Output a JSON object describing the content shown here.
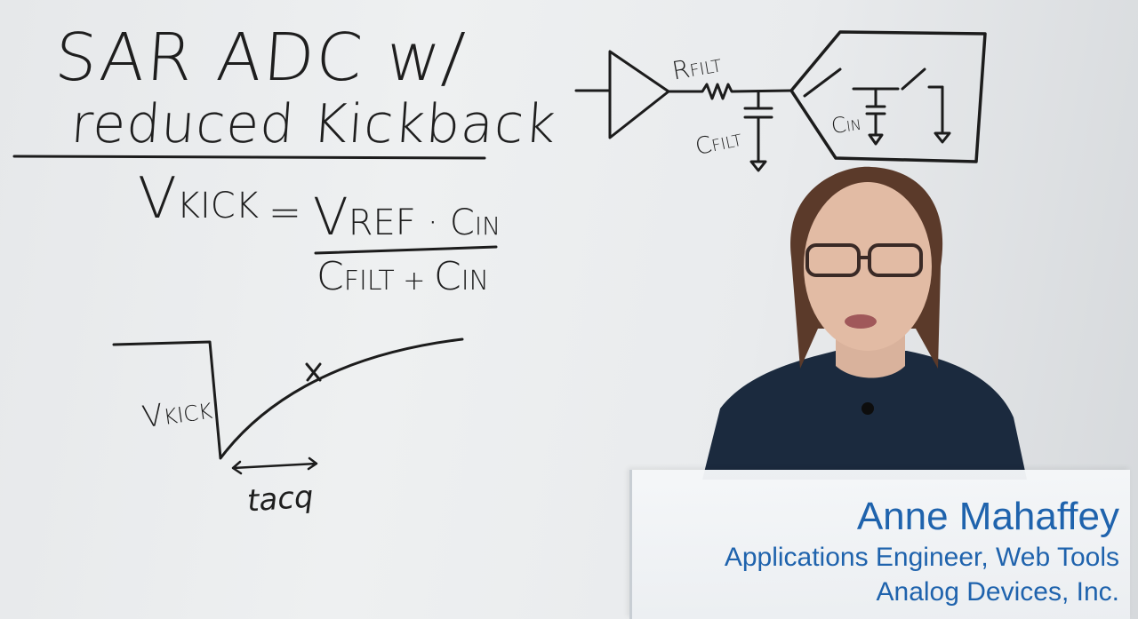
{
  "whiteboard": {
    "title_line1": "SAR ADC w/",
    "title_line2": "reduced Kickback",
    "equation": {
      "lhs_main": "V",
      "lhs_sub": "KICK",
      "equals": "=",
      "num_v": "V",
      "num_ref": "REF",
      "num_dot": " · ",
      "num_c": "C",
      "num_in": "IN",
      "den_c1": "C",
      "den_filt": "FILT",
      "den_plus": " + ",
      "den_c2": "C",
      "den_in": "IN"
    },
    "graph": {
      "vkick_main": "V",
      "vkick_sub": "KICK",
      "tacq_label": "tacq"
    },
    "schematic": {
      "rfilt_main": "R",
      "rfilt_sub": "FILT",
      "cfilt_main": "C",
      "cfilt_sub": "FILT",
      "cin_main": "C",
      "cin_sub": "IN"
    }
  },
  "lower_third": {
    "name": "Anne Mahaffey",
    "role": "Applications Engineer, Web Tools",
    "company": "Analog Devices, Inc.",
    "text_color": "#1f63ad"
  },
  "scene": {
    "board_color": "#ebedef",
    "ink_color": "#1c1c1c"
  }
}
